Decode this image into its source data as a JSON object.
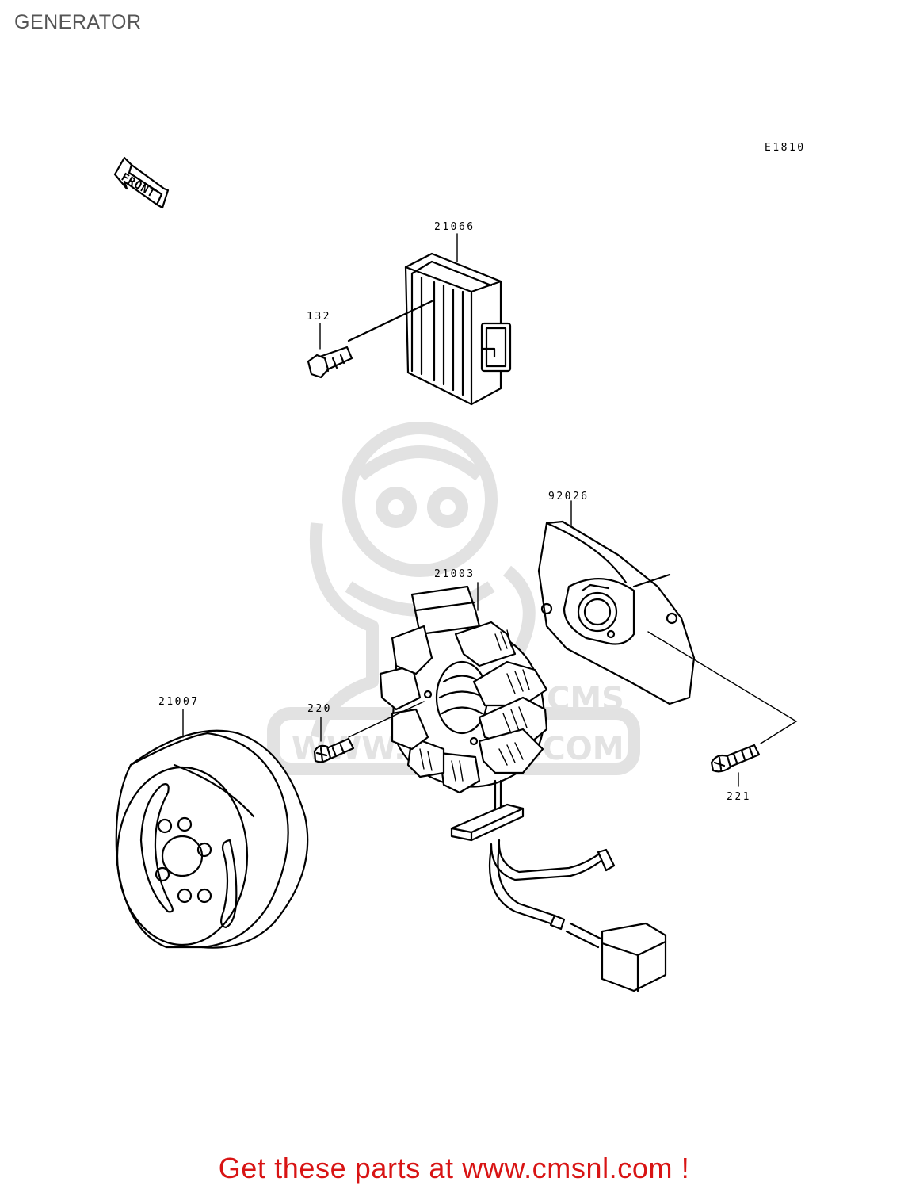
{
  "title": "GENERATOR",
  "diagram_code": "E1810",
  "front_marker": "FRONT",
  "callouts": {
    "regulator": "21066",
    "regulator_bolt": "132",
    "cover": "92026",
    "stator": "21003",
    "rotor": "21007",
    "stator_screw": "220",
    "cover_screw": "221"
  },
  "watermark": {
    "text": "WWW.CMSNL.COM",
    "logo_text": "CMS"
  },
  "banner": "Get these parts at www.cmsnl.com !",
  "colors": {
    "banner": "#d81414",
    "title": "#555555",
    "watermark": "#e2e2e2"
  }
}
